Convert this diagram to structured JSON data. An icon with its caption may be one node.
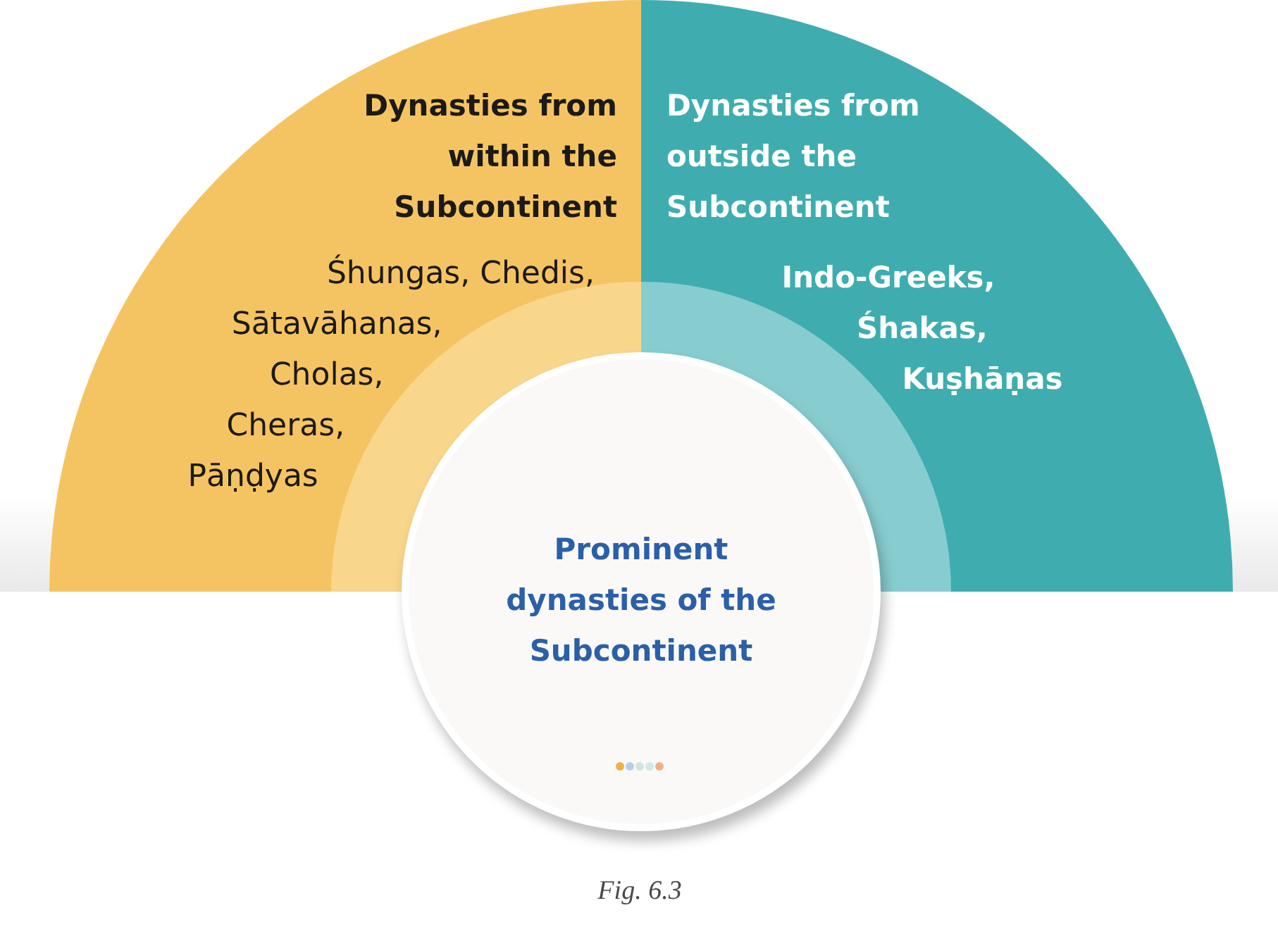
{
  "diagram": {
    "caption": "Fig. 6.3",
    "nodes": [
      {
        "text": [
          "Dynasties from within the Subcontinent",
          "Śhungas, Chedis, Sātavāhanas, Cholas, Cheras, Pāṇḍyas"
        ]
      },
      {
        "text": [
          "Dynasties from outside the Subcontinent",
          "Indo-Greeks, Śhakas, Kuṣhāṇas"
        ]
      },
      {
        "text": [
          "Prominent dynasties of the Subcontinent"
        ]
      }
    ]
  }
}
